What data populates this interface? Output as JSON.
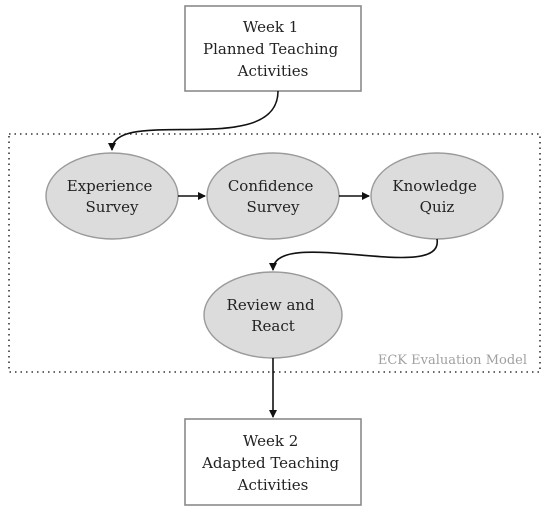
{
  "nodes": {
    "week1": {
      "lines": [
        "Week 1",
        "Planned Teaching",
        "Activities"
      ]
    },
    "experience": {
      "lines": [
        "Experience",
        "Survey"
      ]
    },
    "confidence": {
      "lines": [
        "Confidence",
        "Survey"
      ]
    },
    "knowledge": {
      "lines": [
        "Knowledge",
        "Quiz"
      ]
    },
    "review": {
      "lines": [
        "Review and",
        "React"
      ]
    },
    "week2": {
      "lines": [
        "Week 2",
        "Adapted Teaching",
        "Activities"
      ]
    }
  },
  "model_label": "ECK Evaluation Model",
  "colors": {
    "ellipse_fill": "#dcdcdc",
    "ellipse_stroke": "#9a9a9a",
    "box_stroke": "#8a8a8a",
    "arrow": "#111111",
    "frame": "#333333",
    "label": "#a0a0a0"
  }
}
